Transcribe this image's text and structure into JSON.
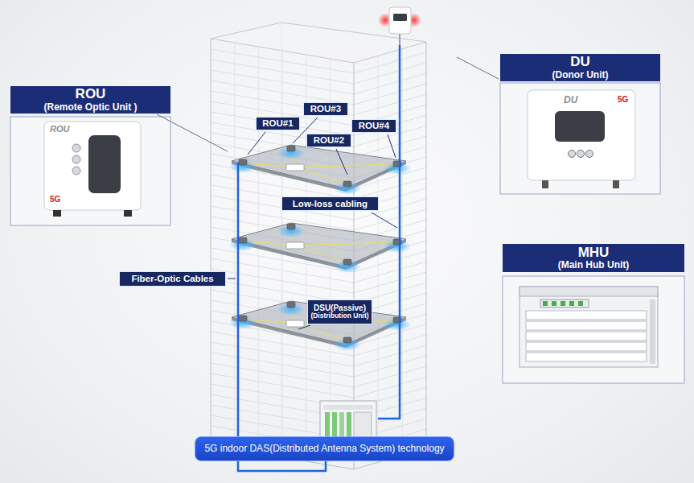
{
  "diagram": {
    "caption": "5G indoor DAS(Distributed Antenna System) technology",
    "nodes": [
      {
        "text": [
          "DU",
          "(Donor Unit)"
        ]
      },
      {
        "text": [
          "ROU",
          "(Remote Optic Unit )"
        ]
      },
      {
        "text": [
          "ROU#3"
        ]
      },
      {
        "text": [
          "ROU#1"
        ]
      },
      {
        "text": [
          "ROU#4"
        ]
      },
      {
        "text": [
          "ROU#2"
        ]
      },
      {
        "text": [
          "Low-loss cabling"
        ]
      },
      {
        "text": [
          "MHU",
          "(Main Hub Unit)"
        ]
      },
      {
        "text": [
          "Fiber-Optic Cables"
        ]
      },
      {
        "text": [
          "DSU(Passive)",
          "(Distribution Unit)"
        ]
      }
    ],
    "labels": [
      "ROU",
      "5G",
      "DU",
      "5G"
    ]
  }
}
